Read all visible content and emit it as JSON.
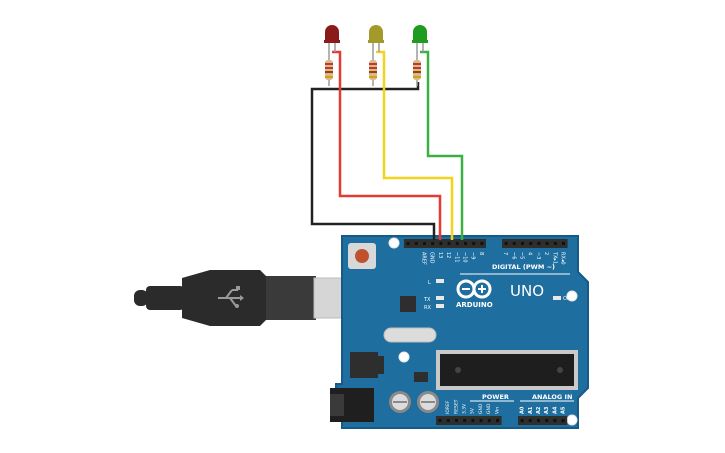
{
  "board": {
    "brand_text": "ARDUINO",
    "model_text": "UNO",
    "on_label": "ON",
    "digital_label": "DIGITAL (PWM ~)",
    "power_label": "POWER",
    "analog_label": "ANALOG IN",
    "tx_label": "TX",
    "rx_label": "RX",
    "l_label": "L",
    "digital_pins": [
      "AREF",
      "GND",
      "13",
      "12",
      "~11",
      "~10",
      "~9",
      "8",
      "7",
      "~6",
      "~5",
      "4",
      "~3",
      "2",
      "TX▸1",
      "RX◂0"
    ],
    "power_pins": [
      "IOREF",
      "RESET",
      "3.3V",
      "5V",
      "GND",
      "GND",
      "Vin"
    ],
    "analog_pins": [
      "A0",
      "A1",
      "A2",
      "A3",
      "A4",
      "A5"
    ]
  },
  "leds": [
    {
      "name": "red",
      "color": "#8b1a1a",
      "wire_color": "#e53935"
    },
    {
      "name": "yellow",
      "color": "#a39a2a",
      "wire_color": "#f2d41c"
    },
    {
      "name": "green",
      "color": "#1f9b1f",
      "wire_color": "#3cb043"
    }
  ],
  "colors": {
    "board": "#1f6ea0",
    "board_edge": "#175a85",
    "header": "#2e2e2e",
    "ground_wire": "#222222",
    "usb_cable": "#2b2b2b",
    "usb_metal": "#cfcfcf"
  }
}
